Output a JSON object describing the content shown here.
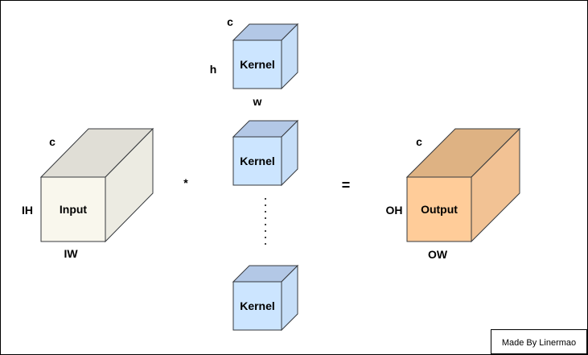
{
  "input": {
    "label": "Input",
    "depth_label": "c",
    "height_label": "IH",
    "width_label": "IW"
  },
  "kernels": [
    {
      "label": "Kernel",
      "depth_label": "c",
      "height_label": "h",
      "width_label": "w"
    },
    {
      "label": "Kernel"
    },
    {
      "label": "Kernel"
    }
  ],
  "operators": {
    "convolve": "*",
    "equals": "="
  },
  "output": {
    "label": "Output",
    "depth_label": "c",
    "height_label": "OH",
    "width_label": "OW"
  },
  "credit": "Made By Linermao",
  "colors": {
    "input_front": "#f9f7ed",
    "input_top": "#e0ded6",
    "input_side": "#ecebe2",
    "kernel_front": "#cce5ff",
    "kernel_top": "#b3c8e6",
    "kernel_side": "#c6def8",
    "output_front": "#ffcc99",
    "output_top": "#deb283",
    "output_side": "#f2c294",
    "stroke": "#36393d"
  }
}
